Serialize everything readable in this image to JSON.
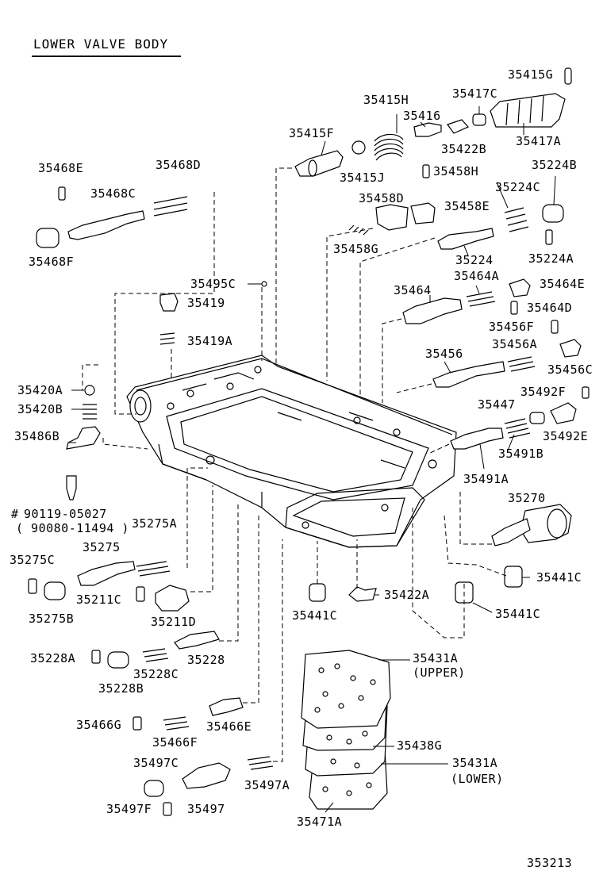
{
  "title": "LOWER VALVE BODY",
  "figure_number": "353213",
  "labels": {
    "p35415G": "35415G",
    "p35417C": "35417C",
    "p35415H": "35415H",
    "p35416": "35416",
    "p35422B": "35422B",
    "p35417A": "35417A",
    "p35415F": "35415F",
    "p35415J": "35415J",
    "p35458H": "35458H",
    "p35224B": "35224B",
    "p35468E": "35468E",
    "p35468D": "35468D",
    "p35468C": "35468C",
    "p35468F": "35468F",
    "p35458D": "35458D",
    "p35458E": "35458E",
    "p35224C": "35224C",
    "p35458G": "35458G",
    "p35224": "35224",
    "p35224A": "35224A",
    "p35495C": "35495C",
    "p35464A": "35464A",
    "p35464E": "35464E",
    "p35419": "35419",
    "p35464": "35464",
    "p35464D": "35464D",
    "p35456F": "35456F",
    "p35419A": "35419A",
    "p35456A": "35456A",
    "p35456": "35456",
    "p35456C": "35456C",
    "p35420A": "35420A",
    "p35492F": "35492F",
    "p35420B": "35420B",
    "p35447": "35447",
    "p35486B": "35486B",
    "p35492E": "35492E",
    "p35491B": "35491B",
    "p35491A": "35491A",
    "p90119": "90119-05027",
    "p90080": "( 90080-11494 )",
    "p35270": "35270",
    "p35275A": "35275A",
    "p35275": "35275",
    "p35275C": "35275C",
    "p35211C": "35211C",
    "p35441C_a": "35441C",
    "p35422A": "35422A",
    "p35275B": "35275B",
    "p35441C_b": "35441C",
    "p35441C_c": "35441C",
    "p35211D": "35211D",
    "p35228A": "35228A",
    "p35228": "35228",
    "p35431A_u": "35431A",
    "p_upper": "(UPPER)",
    "p35228C": "35228C",
    "p35228B": "35228B",
    "p35466E": "35466E",
    "p35466G": "35466G",
    "p35466F": "35466F",
    "p35438G": "35438G",
    "p35497C": "35497C",
    "p35431A_l": "35431A",
    "p_lower": "(LOWER)",
    "p35497F": "35497F",
    "p35497": "35497",
    "p35497A": "35497A",
    "p35471A": "35471A"
  }
}
